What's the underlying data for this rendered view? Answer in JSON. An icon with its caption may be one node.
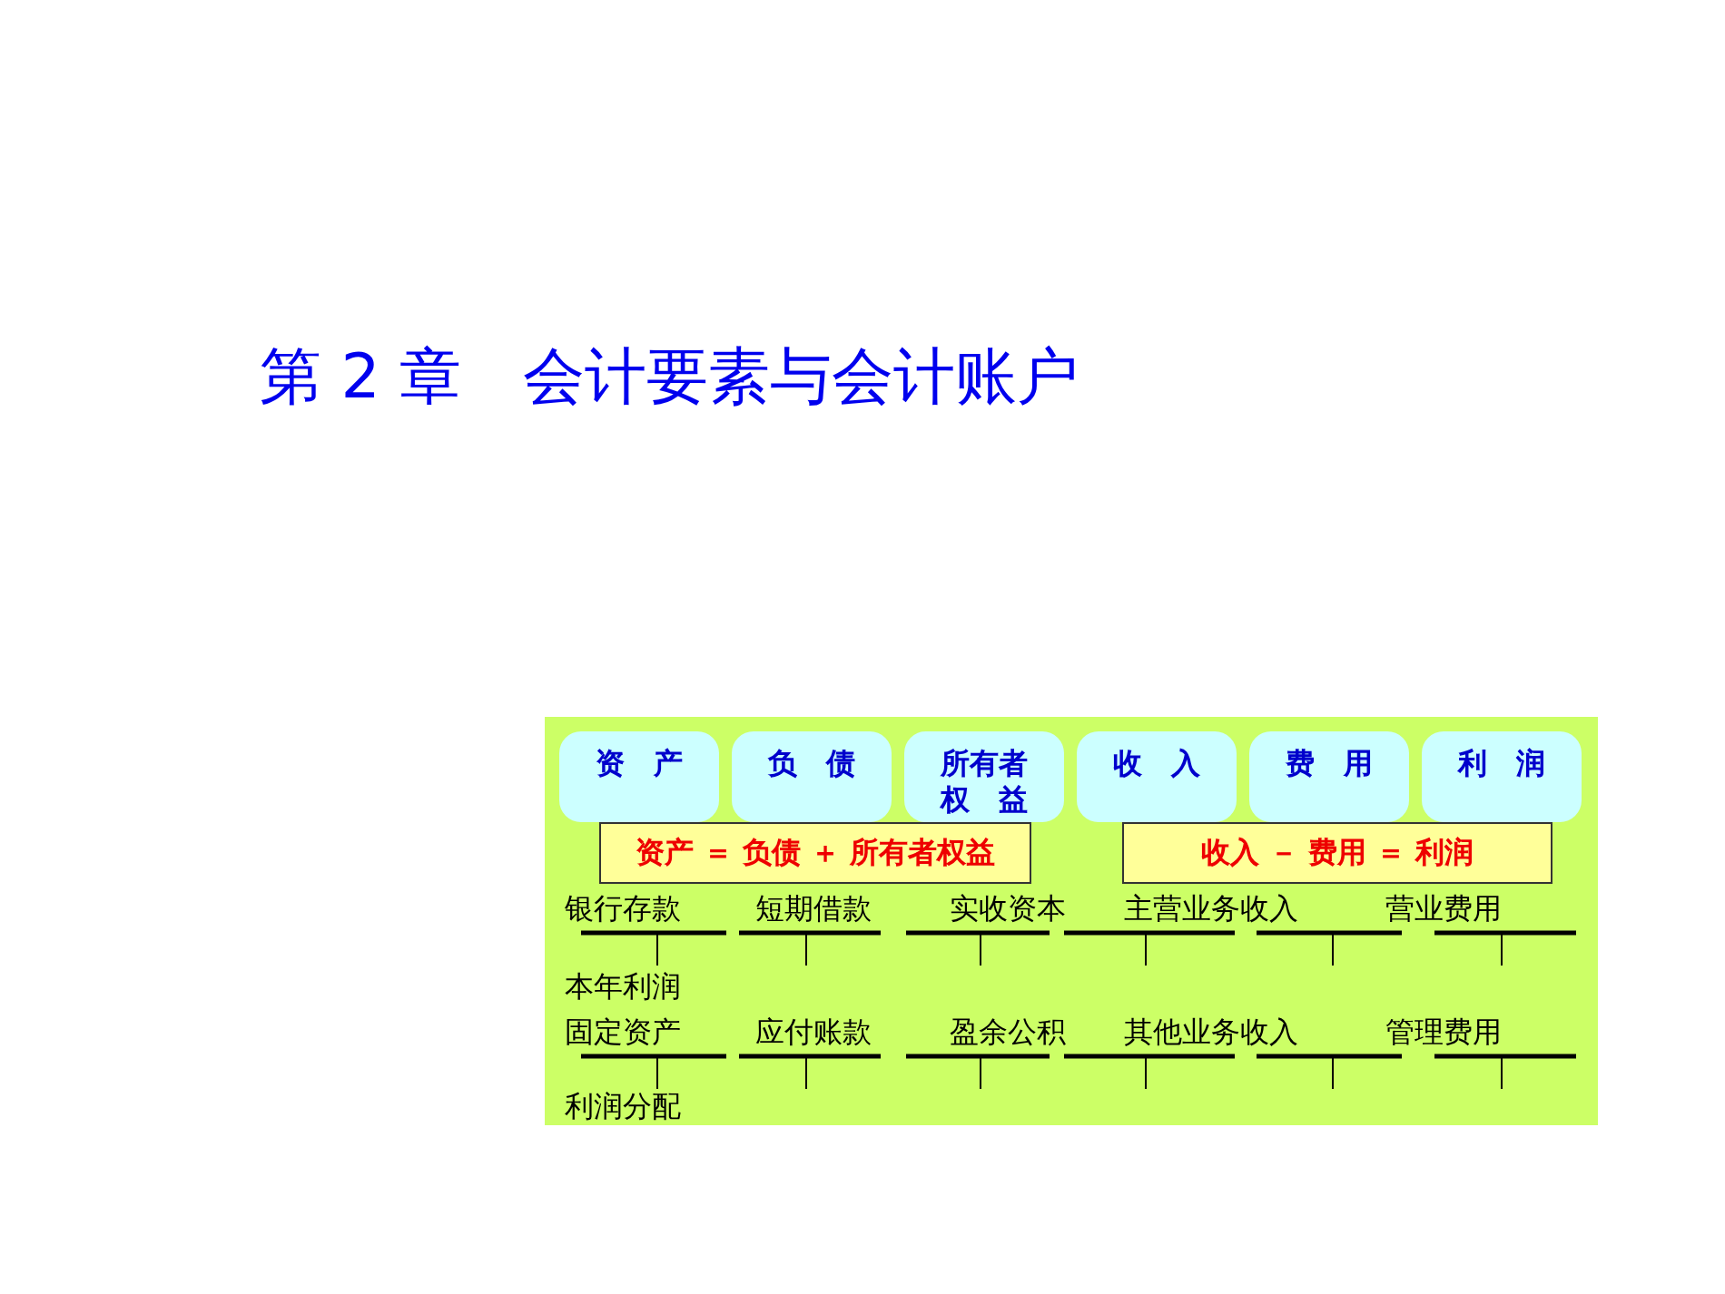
{
  "diagram": {
    "title": "第 2 章　会计要素与会计账户",
    "nodes": [
      {
        "text": [
          "资　产"
        ]
      },
      {
        "text": [
          "负　债"
        ]
      },
      {
        "text": [
          "所有者权　益"
        ]
      },
      {
        "text": [
          "收　入"
        ]
      },
      {
        "text": [
          "费　用"
        ]
      },
      {
        "text": [
          "利　润"
        ]
      },
      {
        "text": [
          "资产 ＝ 负债 ＋ 所有者权益"
        ]
      },
      {
        "text": [
          "收入 － 费用 ＝ 利润"
        ]
      }
    ],
    "labels": [
      "银行存款",
      "短期借款",
      "实收资本",
      "主营业务收入",
      "营业费用",
      "本年利润",
      "固定资产",
      "应付账款",
      "盈余公积",
      "其他业务收入",
      "管理费用",
      "利润分配"
    ]
  }
}
